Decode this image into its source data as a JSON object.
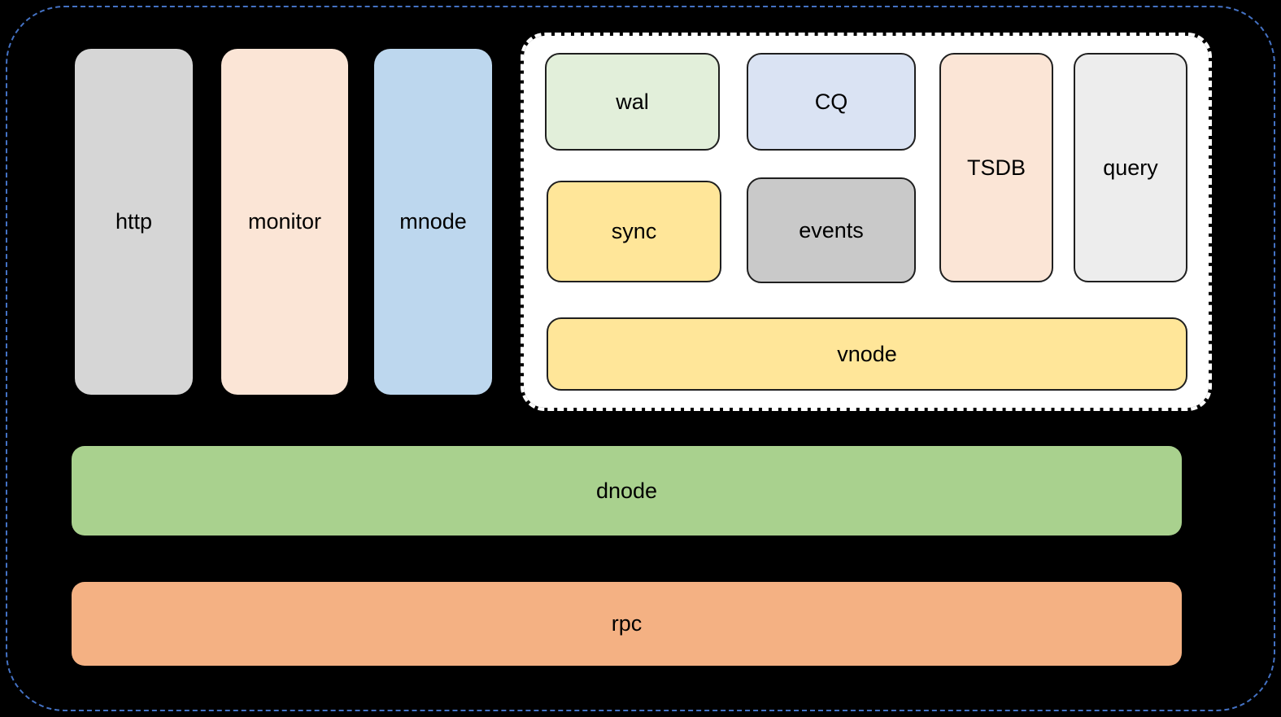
{
  "colors": {
    "canvas_bg": "#000000",
    "outer_dashed_border": "#4472c4",
    "vnode_group_bg": "#ffffff",
    "inner_box_border": "#1f1f1f",
    "text": "#000000"
  },
  "boxes": {
    "http": {
      "label": "http",
      "bg": "#d6d6d6"
    },
    "monitor": {
      "label": "monitor",
      "bg": "#fbe5d6"
    },
    "mnode": {
      "label": "mnode",
      "bg": "#bdd7ee"
    },
    "wal": {
      "label": "wal",
      "bg": "#e2efda"
    },
    "cq": {
      "label": "CQ",
      "bg": "#dae3f3"
    },
    "sync": {
      "label": "sync",
      "bg": "#ffe699"
    },
    "events": {
      "label": "events",
      "bg": "#c9c9c9"
    },
    "tsdb": {
      "label": "TSDB",
      "bg": "#fbe5d6"
    },
    "query": {
      "label": "query",
      "bg": "#ededed"
    },
    "vnode": {
      "label": "vnode",
      "bg": "#ffe699"
    },
    "dnode": {
      "label": "dnode",
      "bg": "#a9d18e"
    },
    "rpc": {
      "label": "rpc",
      "bg": "#f4b183"
    }
  }
}
